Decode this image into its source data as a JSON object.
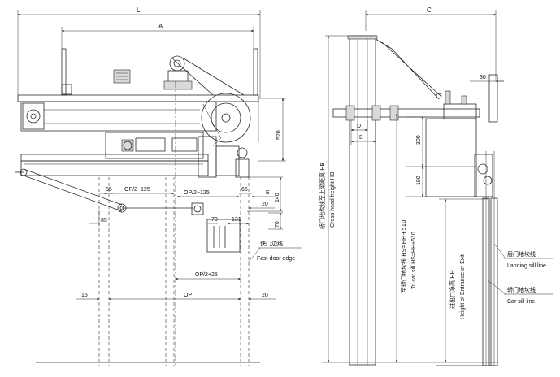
{
  "left_view": {
    "dimensions": {
      "L": "L",
      "A": "A",
      "dim_520": "520",
      "op2_minus_125_a": "OP/2−125",
      "op2_minus_125_b": "OP/2−125",
      "dim_55": "55",
      "dim_65": "65",
      "dim_E": "E",
      "dim_140": "140",
      "dim_20_a": "20",
      "dim_70": "70",
      "dim_131": "131",
      "dim_70_b": "70",
      "dim_85": "85",
      "op2_plus_25": "OP/2+25",
      "dim_15": "15",
      "OP": "OP",
      "dim_20_b": "20"
    },
    "labels": {
      "fast_door_edge_cn": "快门边线",
      "fast_door_edge_en": "Fast door edge"
    }
  },
  "right_view": {
    "dimensions": {
      "C": "C",
      "dim_30": "30",
      "D": "D",
      "B": "B",
      "dim_300": "300",
      "dim_190": "190"
    },
    "labels": {
      "cross_head_cn": "轿门地坎线至上梁距离 HB",
      "cross_head_en": "Cross head height HB",
      "car_sill_hs_cn": "至轿门地坎线 HS=HH+510",
      "car_sill_hs_en": "To car sill HS=HH+510",
      "entrance_cn": "进出口净高 HH",
      "entrance_en": "Height of Entrance or Exit",
      "landing_sill_cn": "层门地坎线",
      "landing_sill_en": "Landing sill line",
      "car_sill_cn": "轿门地坎线",
      "car_sill_en": "Car sill line"
    }
  }
}
